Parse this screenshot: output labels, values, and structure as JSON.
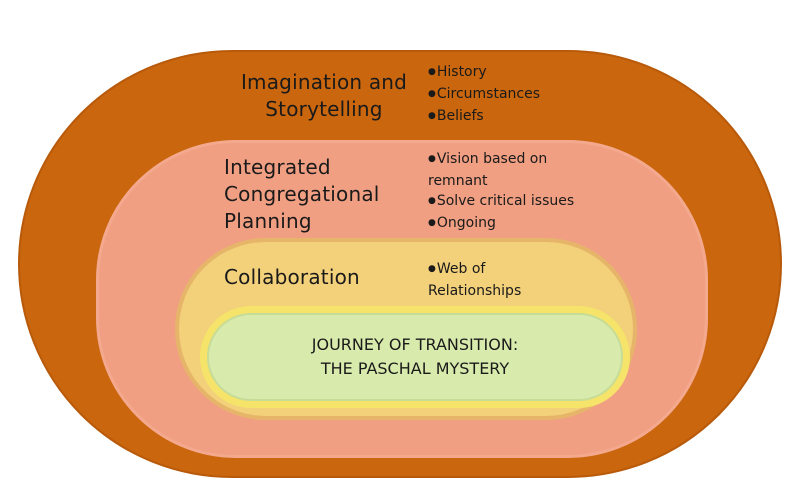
{
  "diagram": {
    "layers": [
      {
        "id": "imagination",
        "title_lines": [
          "Imagination and",
          "Storytelling"
        ],
        "bullets": [
          "History",
          "Circumstances",
          "Beliefs"
        ],
        "color": "#c9660e"
      },
      {
        "id": "planning",
        "title_lines": [
          "Integrated",
          "Congregational",
          "Planning"
        ],
        "bullets": [
          "Vision based on",
          "remnant",
          "Solve critical issues",
          "Ongoing"
        ],
        "bullet_starts": [
          true,
          false,
          true,
          true
        ],
        "color": "#f19f82"
      },
      {
        "id": "collaboration",
        "title_lines": [
          "Collaboration"
        ],
        "bullets": [
          "Web of",
          "Relationships"
        ],
        "bullet_starts": [
          true,
          false
        ],
        "color": "#f3d07a"
      }
    ],
    "core": {
      "lines": [
        "JOURNEY OF TRANSITION:",
        "THE PASCHAL MYSTERY"
      ],
      "color": "#d8ebad"
    }
  }
}
